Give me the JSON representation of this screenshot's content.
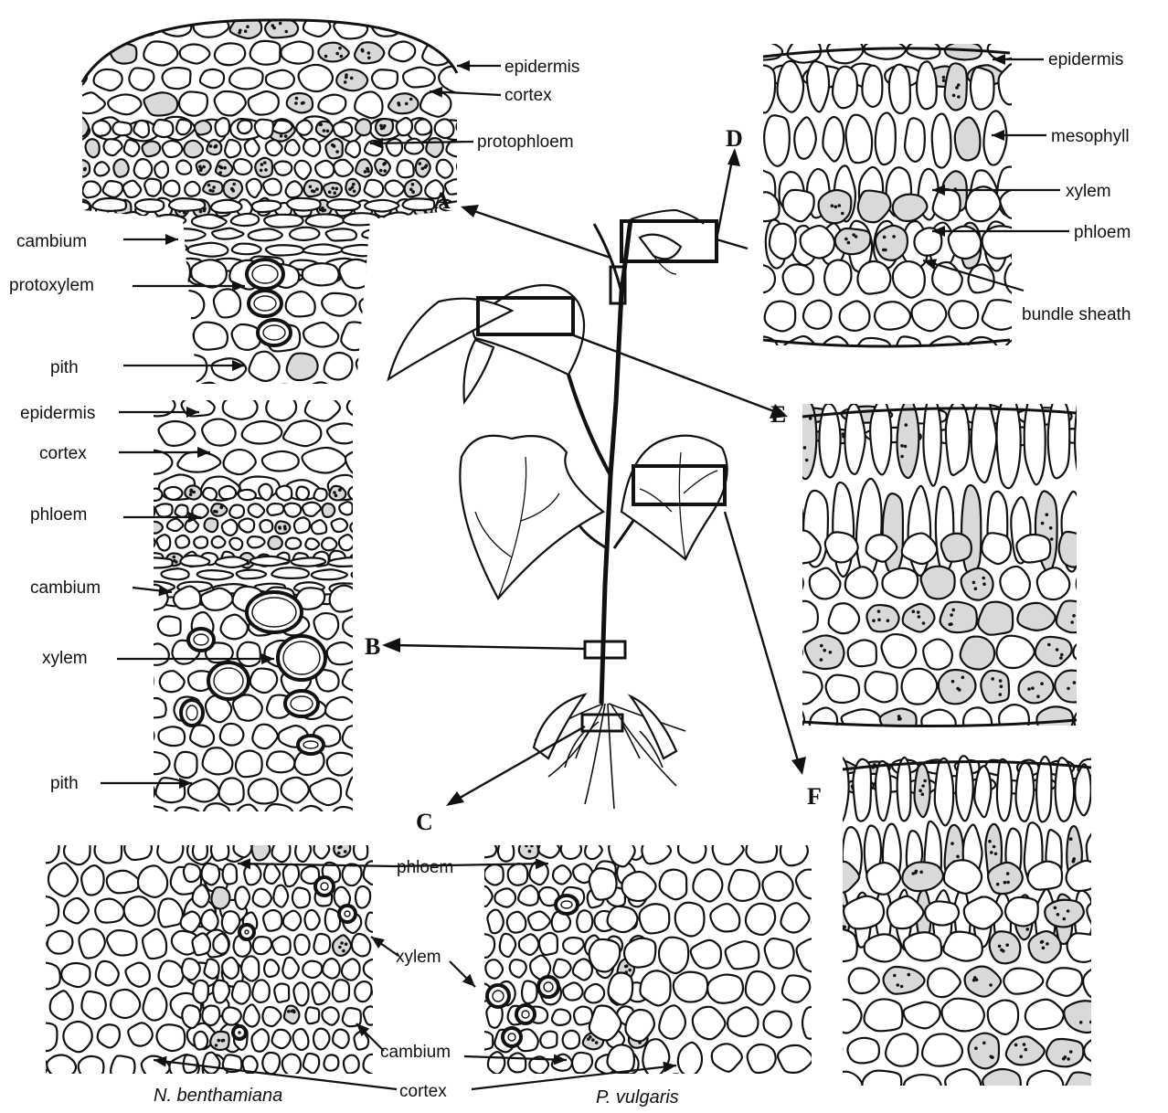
{
  "panels": {
    "A": {
      "letter": "A",
      "labels": [
        "epidermis",
        "cortex",
        "protophloem",
        "cambium",
        "protoxylem",
        "pith"
      ]
    },
    "B": {
      "letter": "B",
      "labels": [
        "epidermis",
        "cortex",
        "phloem",
        "cambium",
        "xylem",
        "pith"
      ]
    },
    "C": {
      "letter": "C",
      "labels": [
        "phloem",
        "xylem",
        "cambium",
        "cortex"
      ],
      "species_left": "N. benthamiana",
      "species_right": "P. vulgaris"
    },
    "D": {
      "letter": "D",
      "labels": [
        "epidermis",
        "mesophyll",
        "xylem",
        "phloem",
        "bundle sheath"
      ]
    },
    "E": {
      "letter": "E"
    },
    "F": {
      "letter": "F"
    }
  },
  "colors": {
    "line": "#111111",
    "shade": "#d9d9d9",
    "background": "#ffffff"
  }
}
